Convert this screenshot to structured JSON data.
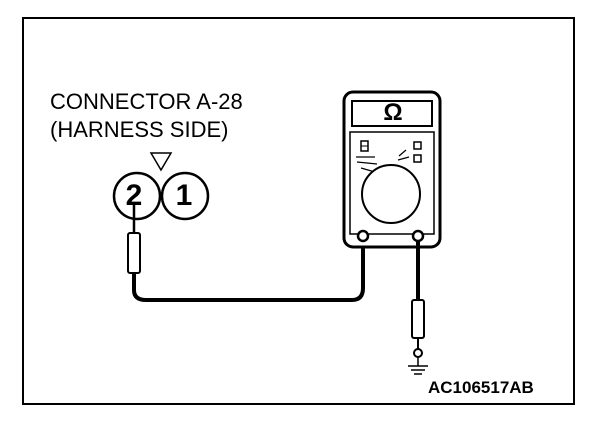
{
  "connector": {
    "name": "CONNECTOR A-28",
    "side": "(HARNESS SIDE)",
    "pins": [
      "2",
      "1"
    ]
  },
  "meter": {
    "symbol": "Ω"
  },
  "figure_code": "AC106517AB",
  "colors": {
    "line": "#000000",
    "background": "#ffffff"
  },
  "icons": [
    "ohmmeter-icon",
    "connector-icon",
    "probe-icon",
    "ground-icon",
    "indicator-triangle-icon"
  ]
}
